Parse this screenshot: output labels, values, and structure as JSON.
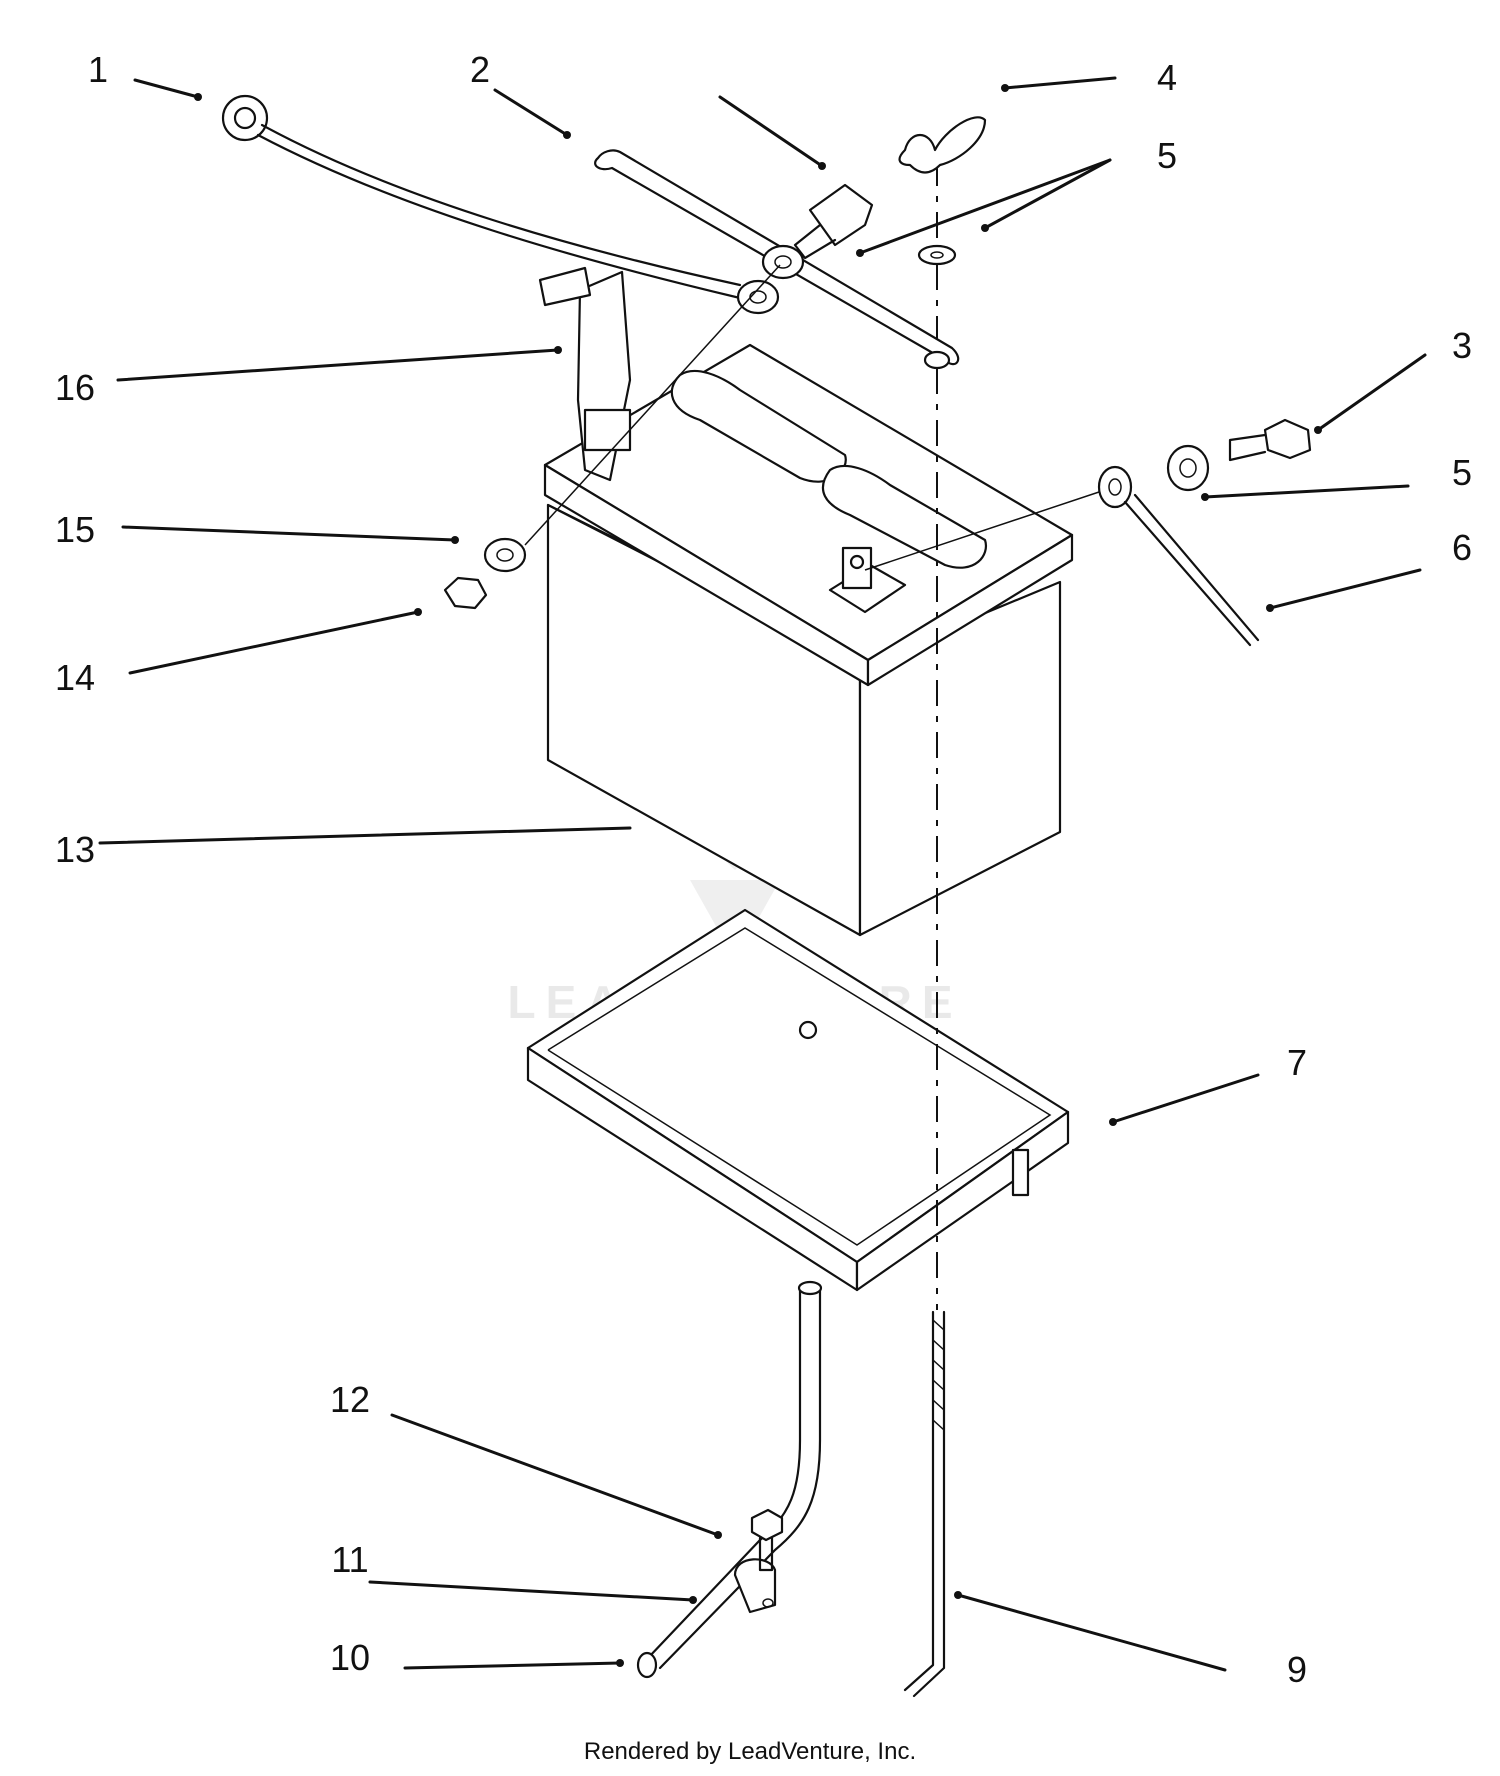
{
  "callouts": [
    {
      "id": "1",
      "label": "1"
    },
    {
      "id": "2",
      "label": "2"
    },
    {
      "id": "3",
      "label": "3"
    },
    {
      "id": "4",
      "label": "4"
    },
    {
      "id": "5a",
      "label": "5"
    },
    {
      "id": "5b",
      "label": "5"
    },
    {
      "id": "6",
      "label": "6"
    },
    {
      "id": "7",
      "label": "7"
    },
    {
      "id": "9",
      "label": "9"
    },
    {
      "id": "10",
      "label": "10"
    },
    {
      "id": "11",
      "label": "11"
    },
    {
      "id": "12",
      "label": "12"
    },
    {
      "id": "13",
      "label": "13"
    },
    {
      "id": "14",
      "label": "14"
    },
    {
      "id": "15",
      "label": "15"
    },
    {
      "id": "16",
      "label": "16"
    }
  ],
  "watermark": {
    "text": "LEADVENTURE",
    "icon": "flame-v-logo-icon"
  },
  "footer": {
    "text": "Rendered by LeadVenture, Inc."
  }
}
